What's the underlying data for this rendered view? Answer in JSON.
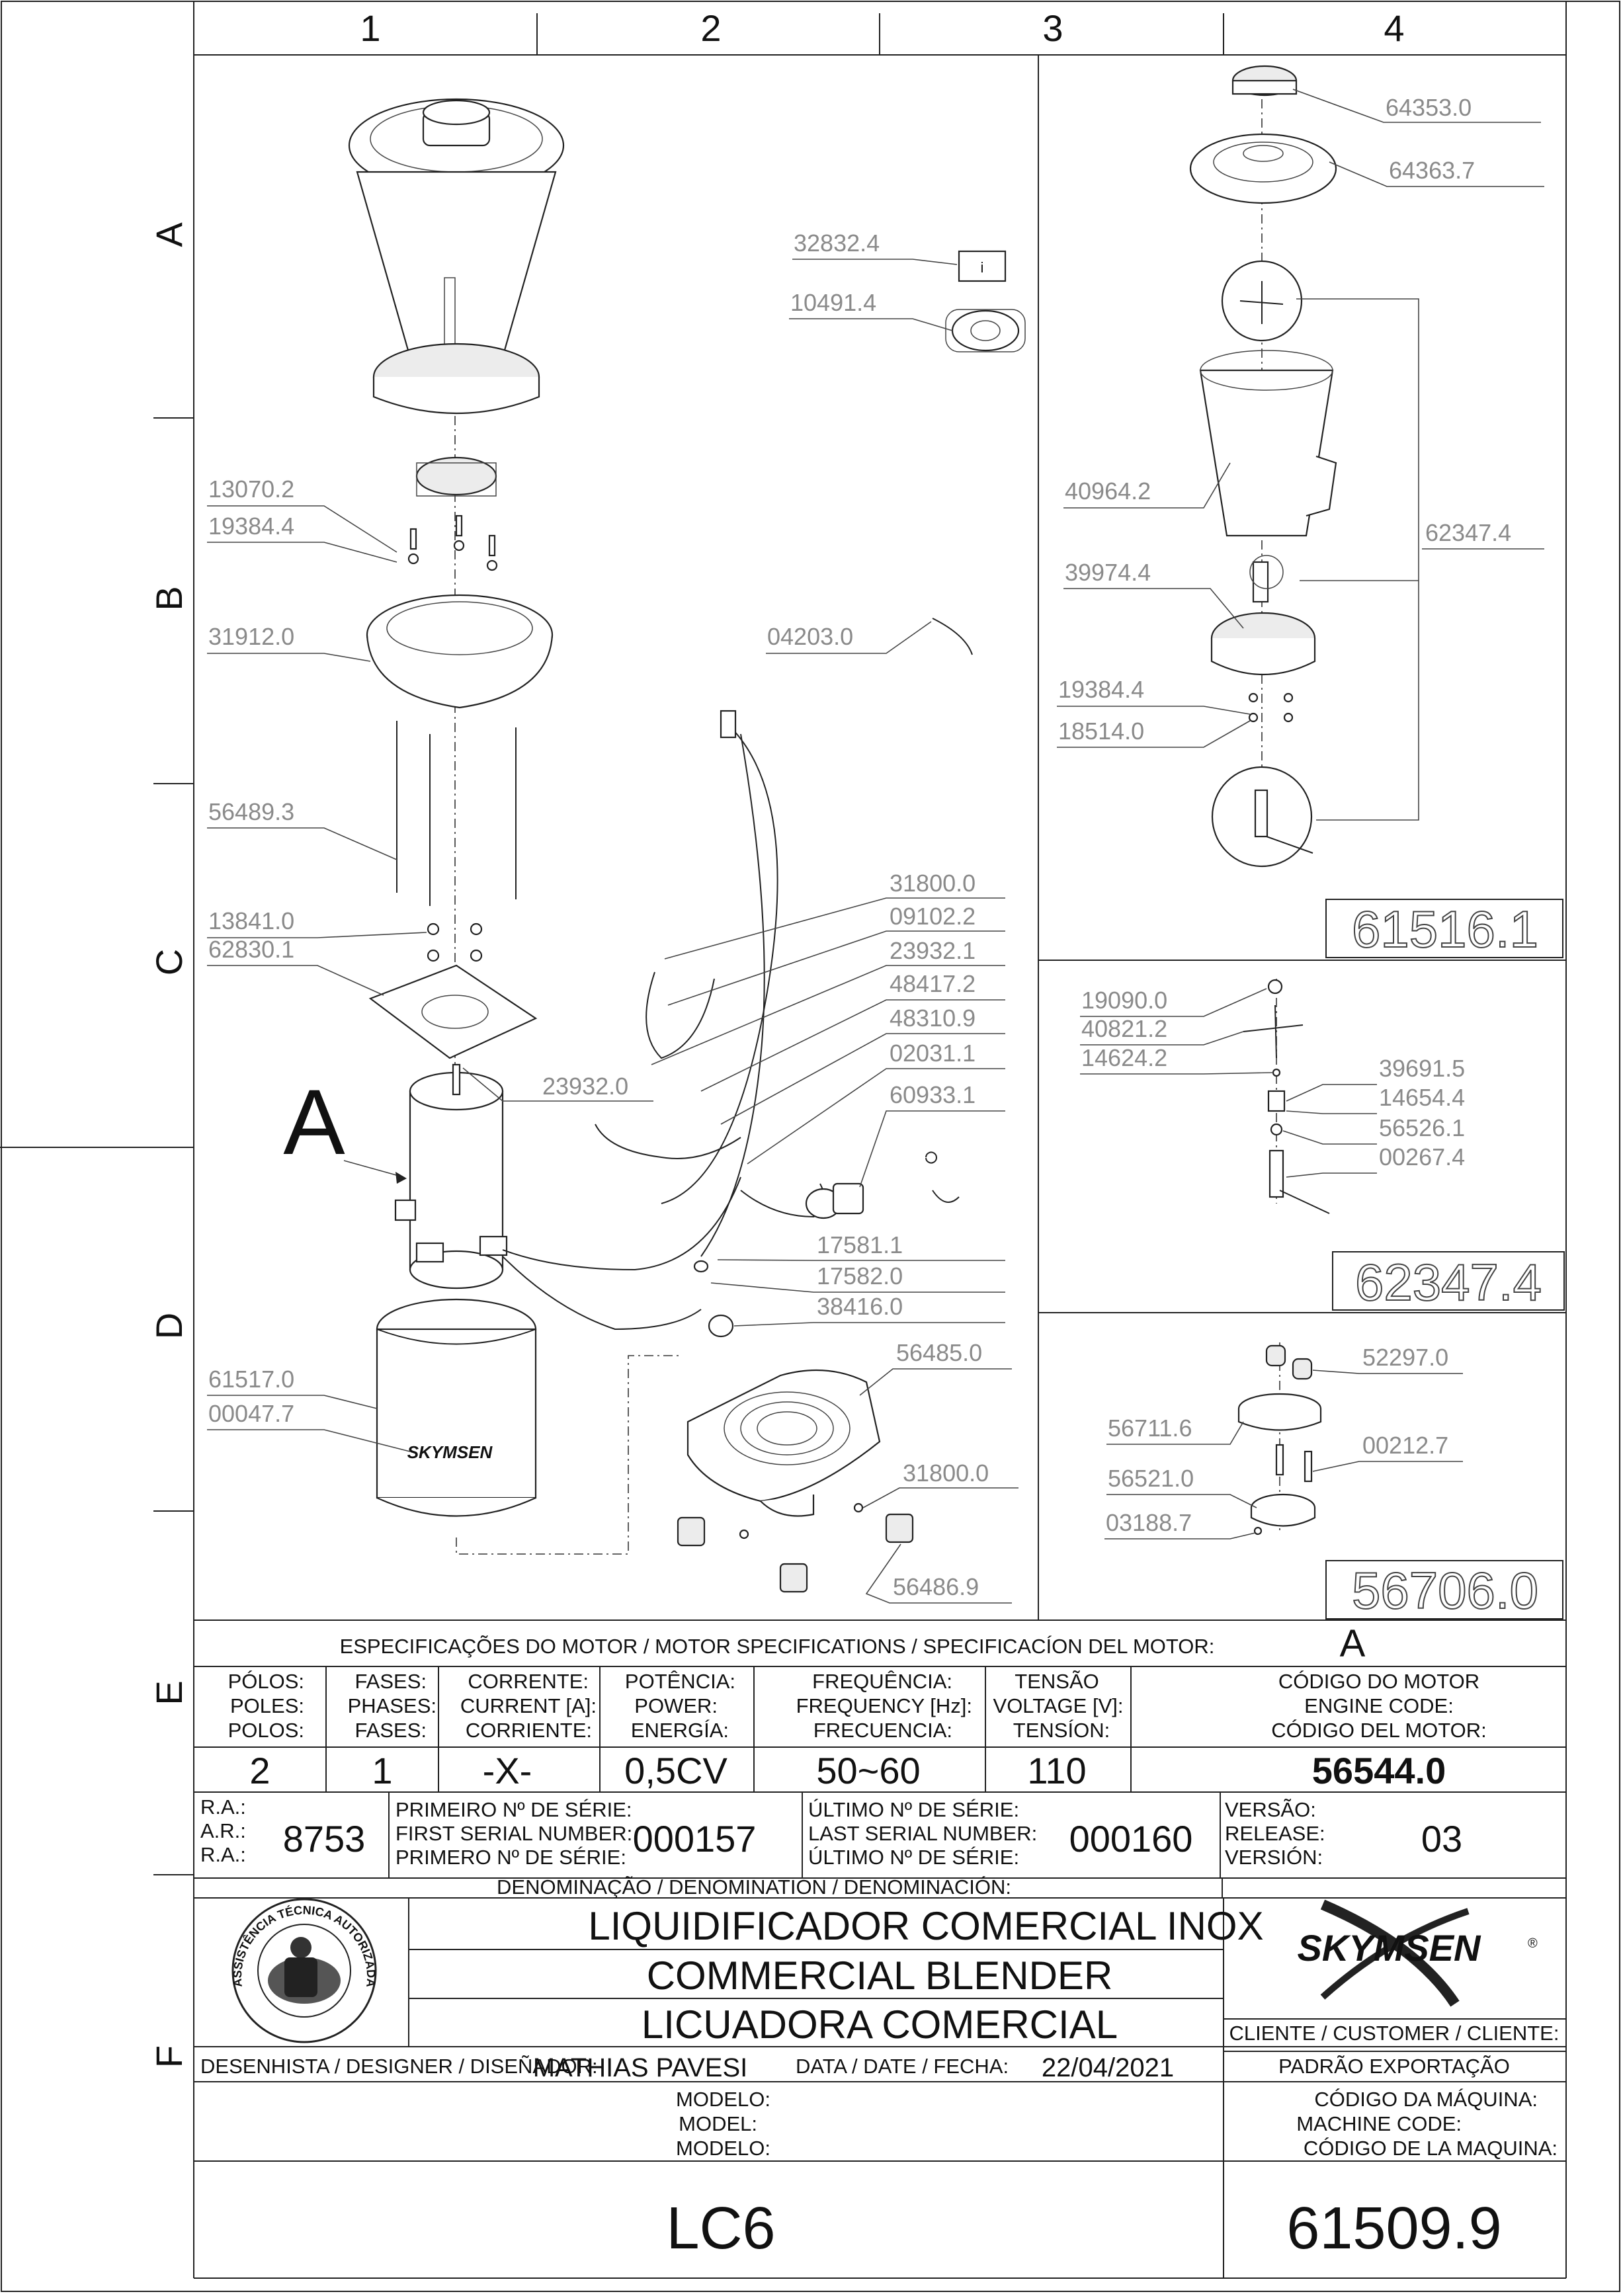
{
  "grid": {
    "columns": [
      "1",
      "2",
      "3",
      "4"
    ],
    "rows": [
      "A",
      "B",
      "C",
      "D",
      "E",
      "F"
    ]
  },
  "parts": {
    "p64353": "64353.0",
    "p64363": "64363.7",
    "p32832": "32832.4",
    "p10491": "10491.4",
    "p13070": "13070.2",
    "p19384a": "19384.4",
    "p31912": "31912.0",
    "p04203": "04203.0",
    "p40964": "40964.2",
    "p62347a": "62347.4",
    "p39974": "39974.4",
    "p19384b": "19384.4",
    "p18514": "18514.0",
    "p56489": "56489.3",
    "p31800a": "31800.0",
    "p09102": "09102.2",
    "p13841": "13841.0",
    "p23932a": "23932.1",
    "p62830": "62830.1",
    "p48417": "48417.2",
    "p48310": "48310.9",
    "p23932b": "23932.0",
    "p02031": "02031.1",
    "p60933": "60933.1",
    "p19090": "19090.0",
    "p40821": "40821.2",
    "p14624": "14624.2",
    "p39691": "39691.5",
    "p14654": "14654.4",
    "p56526": "56526.1",
    "p00267": "00267.4",
    "p17581": "17581.1",
    "p17582": "17582.0",
    "p38416": "38416.0",
    "p56485": "56485.0",
    "p61517": "61517.0",
    "p00047": "00047.7",
    "p31800b": "31800.0",
    "p56486": "56486.9",
    "p52297": "52297.0",
    "p56711": "56711.6",
    "p00212": "00212.7",
    "p56521": "56521.0",
    "p03188": "03188.7"
  },
  "assemblies": {
    "a61516": "61516.1",
    "a62347": "62347.4",
    "a56706": "56706.0"
  },
  "motor_callout": "A",
  "brand_on_jar": "SKYMSEN",
  "title_block": {
    "motor_spec_title": "ESPECIFICAÇÕES DO MOTOR / MOTOR SPECIFICATIONS / SPECIFICACÍON DEL MOTOR:",
    "motor_spec_ref": "A",
    "headers": {
      "poles": [
        "PÓLOS:",
        "POLES:",
        "POLOS:"
      ],
      "phases": [
        "FASES:",
        "PHASES:",
        "FASES:"
      ],
      "current": [
        "CORRENTE:",
        "CURRENT [A]:",
        "CORRIENTE:"
      ],
      "power": [
        "POTÊNCIA:",
        "POWER:",
        "ENERGÍA:"
      ],
      "frequency": [
        "FREQUÊNCIA:",
        "FREQUENCY [Hz]:",
        "FRECUENCIA:"
      ],
      "voltage": [
        "TENSÃO",
        "VOLTAGE [V]:",
        "TENSÍON:"
      ],
      "engine_code": [
        "CÓDIGO DO MOTOR",
        "ENGINE CODE:",
        "CÓDIGO DEL MOTOR:"
      ]
    },
    "values": {
      "poles": "2",
      "phases": "1",
      "current": "-X-",
      "power": "0,5CV",
      "frequency": "50~60",
      "voltage": "110",
      "engine_code": "56544.0"
    },
    "ra_labels": [
      "R.A.:",
      "A.R.:",
      "R.A.:"
    ],
    "ra_value": "8753",
    "first_serial_labels": [
      "PRIMEIRO Nº DE SÉRIE:",
      "FIRST SERIAL NUMBER:",
      "PRIMERO Nº DE SÉRIE:"
    ],
    "first_serial_value": "000157",
    "last_serial_labels": [
      "ÚLTIMO Nº DE SÉRIE:",
      "LAST SERIAL NUMBER:",
      "ÚLTIMO Nº DE SÉRIE:"
    ],
    "last_serial_value": "000160",
    "release_labels": [
      "VERSÃO:",
      "RELEASE:",
      "VERSIÓN:"
    ],
    "release_value": "03",
    "denomination_title": "DENOMINAÇÃO / DENOMINATION / DENOMINACIÓN:",
    "denomination_lines": [
      "LIQUIDIFICADOR COMERCIAL INOX",
      "COMMERCIAL BLENDER",
      "LICUADORA COMERCIAL"
    ],
    "brand": "SKYMSEN",
    "brand_mark": "®",
    "client_label": "CLIENTE / CUSTOMER / CLIENTE:",
    "client_value": "PADRÃO EXPORTAÇÃO",
    "designer_label": "DESENHISTA / DESIGNER / DISEÑADOR:",
    "designer_value": "MATHIAS PAVESI",
    "date_label": "DATA / DATE / FECHA:",
    "date_value": "22/04/2021",
    "model_labels": [
      "MODELO:",
      "MODEL:",
      "MODELO:"
    ],
    "model_value": "LC6",
    "machine_code_labels": [
      "CÓDIGO DA MÁQUINA:",
      "MACHINE CODE:",
      "CÓDIGO DE LA MAQUINA:"
    ],
    "machine_code_value": "61509.9",
    "seal_top": "ASSISTÊNCIA TÉCNICA AUTORIZADA"
  }
}
